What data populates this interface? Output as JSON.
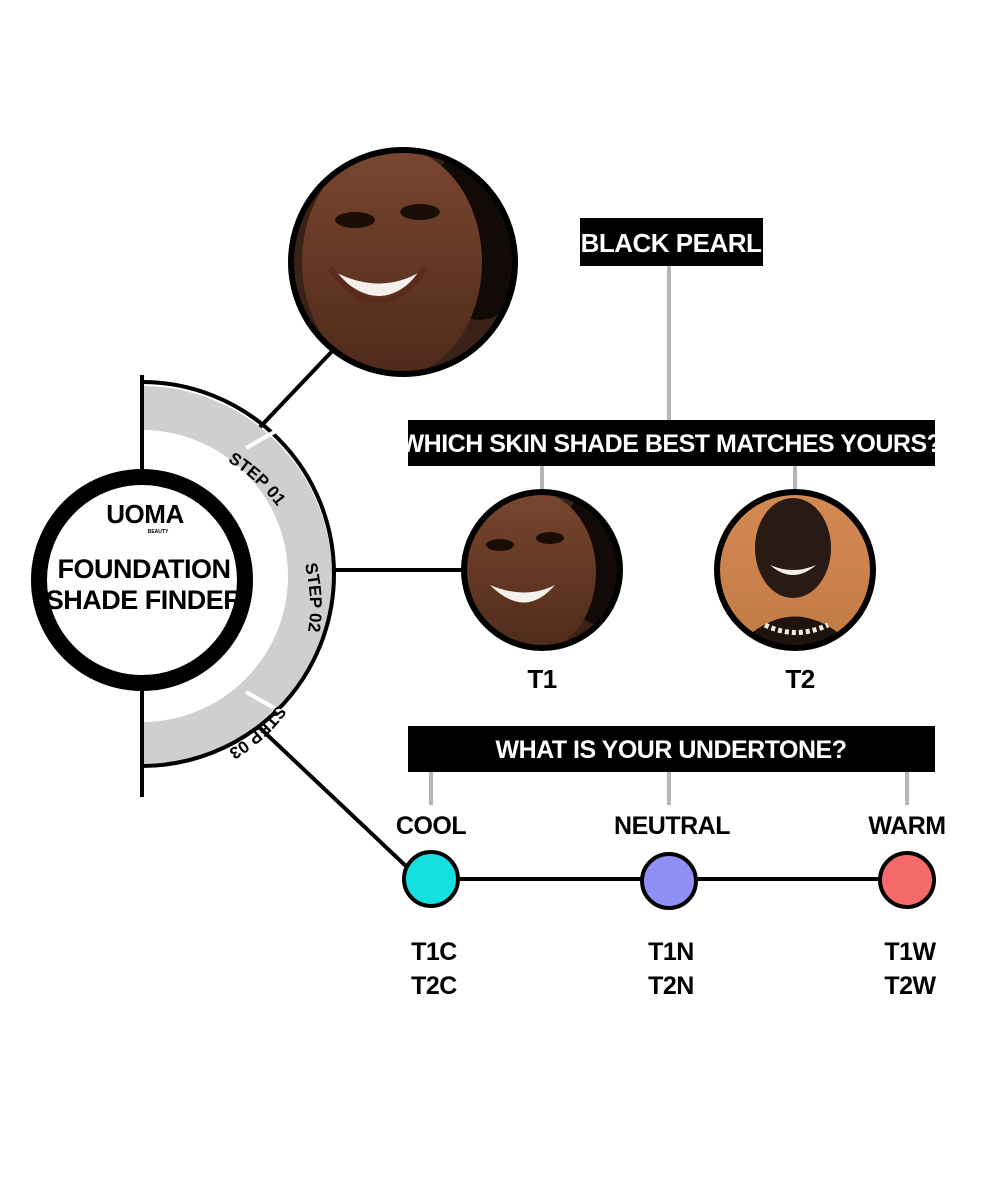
{
  "brand": {
    "logo_text": "UOMA",
    "logo_subtext": "BEAUTY"
  },
  "hub": {
    "title_line1": "FOUNDATION",
    "title_line2": "SHADE FINDER"
  },
  "steps": {
    "step1": "STEP 01",
    "step2": "STEP 02",
    "step3": "STEP 03"
  },
  "step1": {
    "image": "portrait-photo",
    "result_label": "BLACK PEARL"
  },
  "step2": {
    "question": "WHICH SKIN SHADE BEST MATCHES YOURS?",
    "options": [
      {
        "label": "T1",
        "image": "portrait-photo"
      },
      {
        "label": "T2",
        "image": "portrait-photo"
      }
    ]
  },
  "step3": {
    "question": "WHAT IS YOUR UNDERTONE?",
    "undertones": [
      {
        "label": "COOL",
        "color": "#14e0e0",
        "codes": [
          "T1C",
          "T2C"
        ]
      },
      {
        "label": "NEUTRAL",
        "color": "#8f8ff5",
        "codes": [
          "T1N",
          "T2N"
        ]
      },
      {
        "label": "WARM",
        "color": "#f46a6a",
        "codes": [
          "T1W",
          "T2W"
        ]
      }
    ]
  },
  "colors": {
    "ink": "#000000",
    "ring": "#cfcfcf",
    "connector": "#b5b5b5",
    "paper": "#ffffff"
  }
}
